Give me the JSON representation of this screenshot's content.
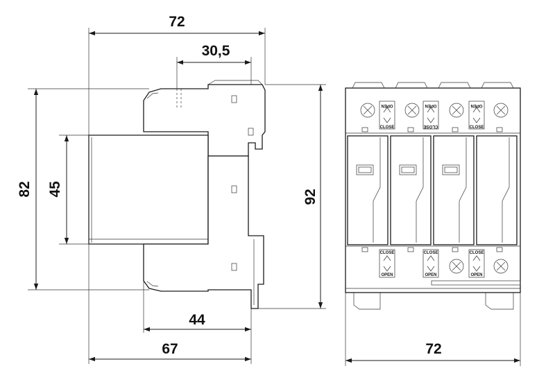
{
  "dimensions": {
    "top_width": "72",
    "top_offset": "30,5",
    "left_height": "82",
    "inner_height": "45",
    "right_height": "92",
    "bottom_inner": "44",
    "bottom_depth": "67",
    "front_width": "72"
  },
  "switch_labels": {
    "close": "CLOSE",
    "open": "OPEN"
  },
  "colors": {
    "line": "#1a1a1a",
    "background": "#ffffff"
  }
}
